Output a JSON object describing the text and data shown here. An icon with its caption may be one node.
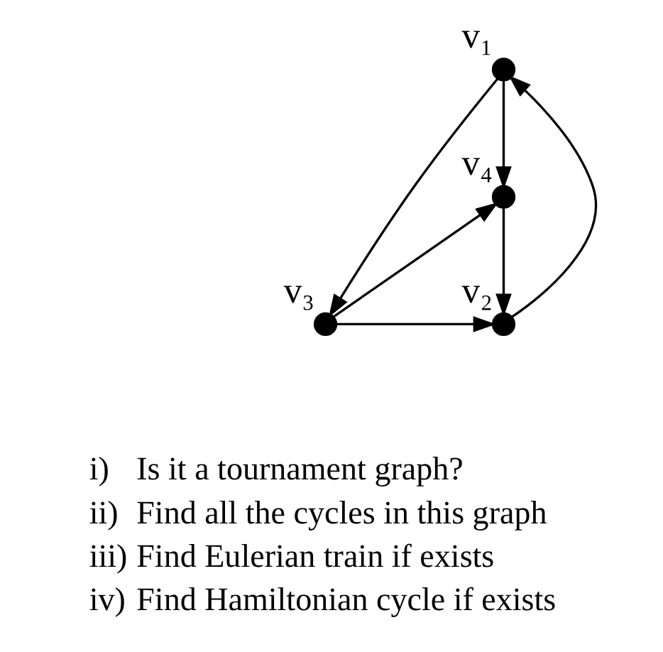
{
  "diagram": {
    "nodes": [
      {
        "text": [],
        "shape": "circle",
        "beside": [
          "v₁"
        ]
      },
      {
        "text": [],
        "shape": "circle",
        "beside": [
          "v₄"
        ]
      },
      {
        "text": [],
        "shape": "circle",
        "beside": [
          "v₂"
        ]
      },
      {
        "text": [],
        "shape": "circle",
        "beside": [
          "v₃"
        ]
      }
    ],
    "edges": [
      {
        "from": 0,
        "to": 1,
        "arrow": "to"
      },
      {
        "from": 0,
        "to": 3,
        "arrow": "to"
      },
      {
        "from": 2,
        "to": 0,
        "arrow": "to"
      },
      {
        "from": 1,
        "to": 2,
        "arrow": "to"
      },
      {
        "from": 3,
        "to": 1,
        "arrow": "to"
      },
      {
        "from": 3,
        "to": 2,
        "arrow": "to"
      }
    ],
    "labels": [
      "i)",
      "Is it a tournament graph?",
      "ii)",
      "Find all the cycles in this graph",
      "iii)",
      "Find Eulerian train if exists",
      "iv)",
      "Find Hamiltonian cycle if exists"
    ]
  }
}
